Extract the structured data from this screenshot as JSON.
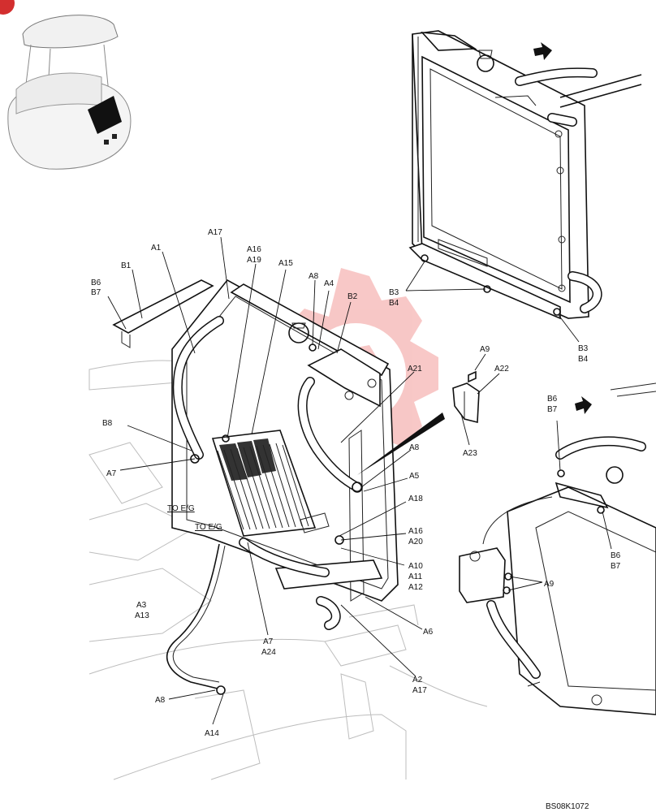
{
  "drawing_id": "BS08K1072",
  "labels": {
    "a1": "A1",
    "a17_top": "A17",
    "a16_top": "A16",
    "a19": "A19",
    "a15": "A15",
    "a8_top": "A8",
    "a4": "A4",
    "b1": "B1",
    "b6_left": "B6",
    "b7_left": "B7",
    "b2": "B2",
    "b8": "B8",
    "a7_left": "A7",
    "a21": "A21",
    "a8_mid": "A8",
    "a5": "A5",
    "a18": "A18",
    "a16_mid": "A16",
    "a20": "A20",
    "a10": "A10",
    "a11": "A11",
    "a12": "A12",
    "a6": "A6",
    "a2": "A2",
    "a17_bottom": "A17",
    "a7_bottom": "A7",
    "a24": "A24",
    "a3": "A3",
    "a13": "A13",
    "a8_bottom": "A8",
    "a14": "A14",
    "to_eg_1": "TO E/G",
    "to_eg_2": "TO E/G",
    "b3_mid": "B3",
    "b4_mid": "B4",
    "b3_right": "B3",
    "b4_right": "B4",
    "a9_top": "A9",
    "a22": "A22",
    "a23": "A23",
    "b6_right_top": "B6",
    "b7_right_top": "B7",
    "b6_right_bottom": "B6",
    "b7_right_bottom": "B7",
    "a9_right": "A9"
  },
  "colors": {
    "line": "#111111",
    "background_detail": "#bdbdbd",
    "watermark": "#e53935",
    "corner_badge": "#d32f2f"
  },
  "icons": [
    "watermark-gear-logo",
    "machine-locator-thumbnail",
    "view-direction-arrow"
  ]
}
